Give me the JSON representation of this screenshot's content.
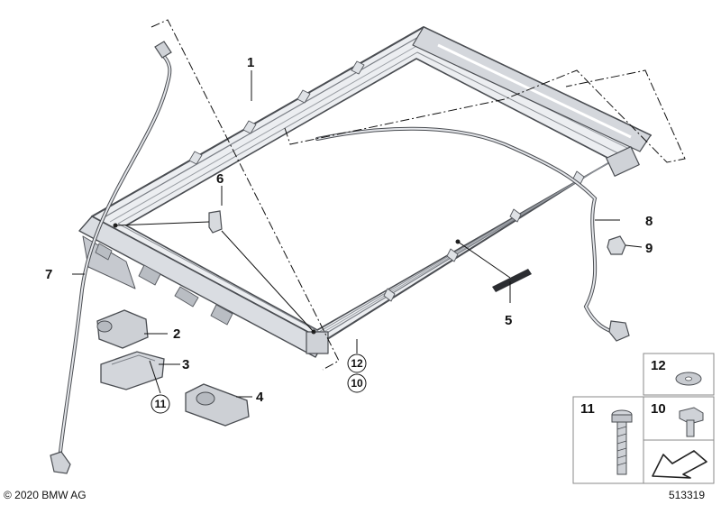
{
  "callouts": {
    "c1": "1",
    "c2": "2",
    "c3": "3",
    "c4": "4",
    "c5": "5",
    "c6": "6",
    "c7": "7",
    "c8": "8",
    "c9": "9",
    "c10": "10",
    "c11": "11",
    "c12": "12"
  },
  "legend": {
    "box12": "12",
    "box11": "11",
    "box10": "10"
  },
  "footer": {
    "copyright": "© 2020 BMW AG",
    "ref_number": "513319"
  }
}
